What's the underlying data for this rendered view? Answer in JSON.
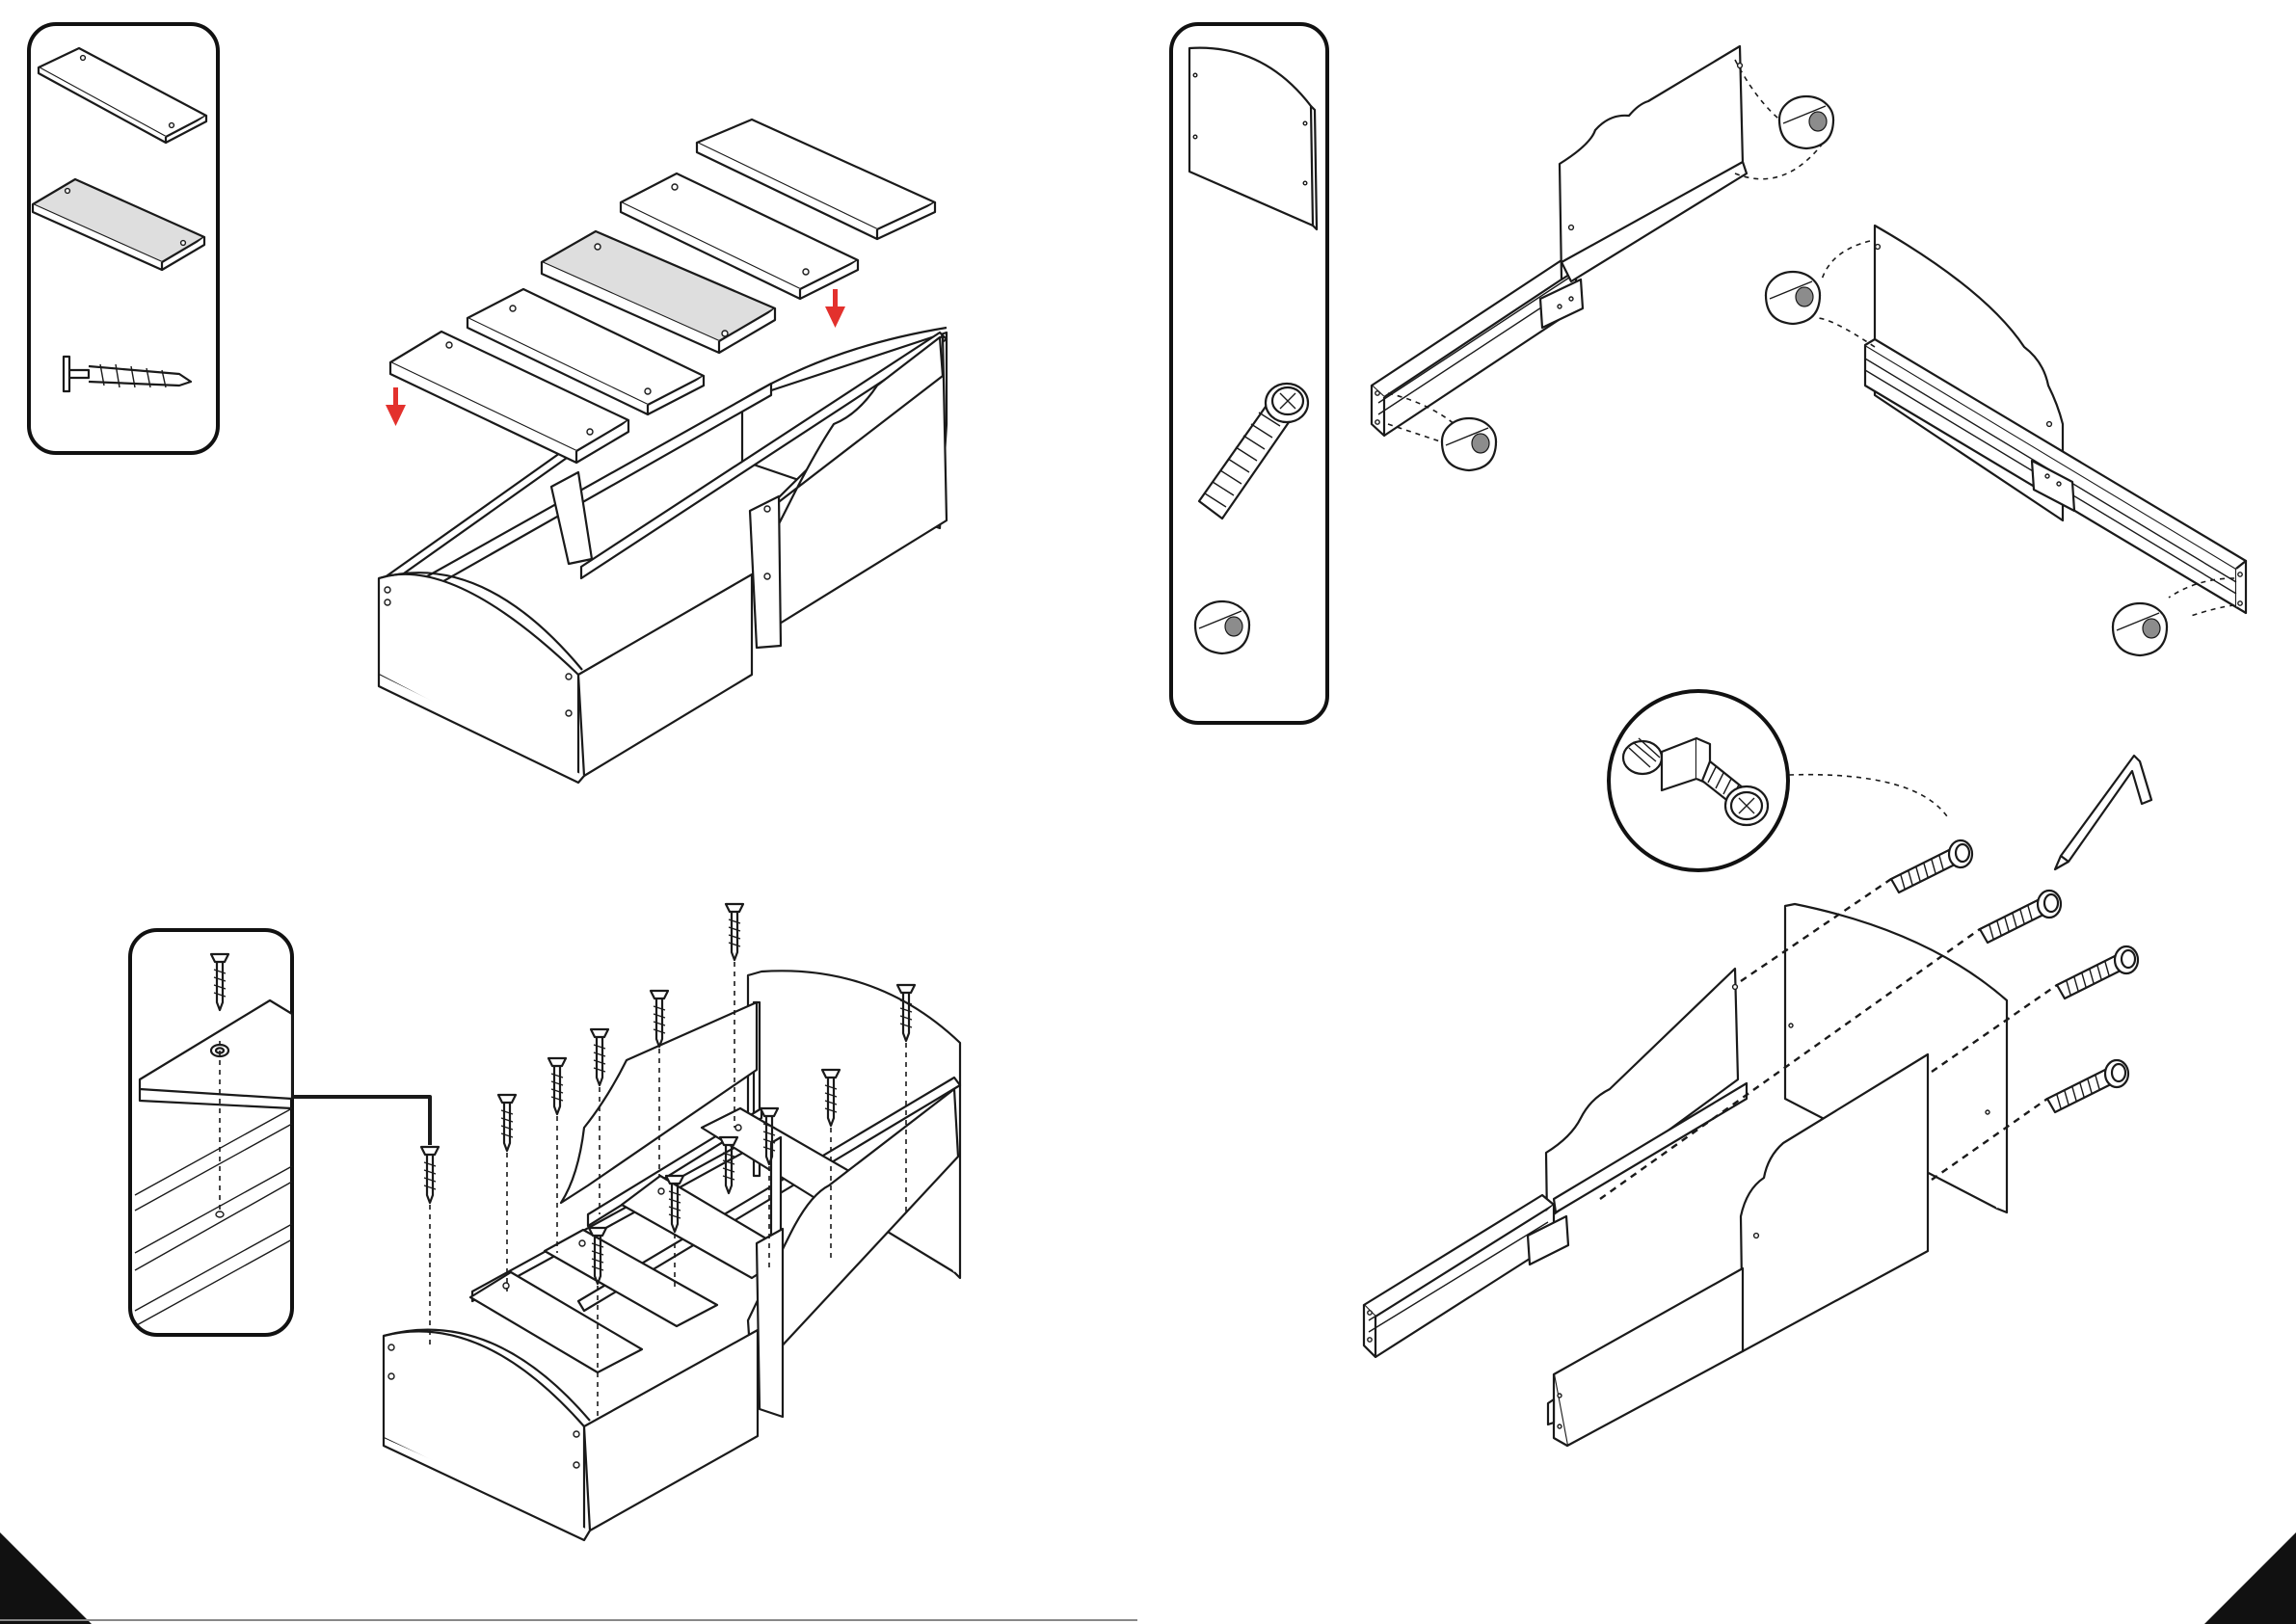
{
  "page": {
    "background": "#ffffff",
    "line_color": "#1a1a1a"
  },
  "colors": {
    "arrow": "#e3312d",
    "panel_shade": "#dedede",
    "corner": "#111111"
  },
  "icons": [
    "plain-slat-icon",
    "shaded-slat-icon",
    "wood-screw-icon",
    "headboard-panel-icon",
    "phillips-bolt-icon",
    "cam-nut-icon",
    "screw-detail-icon",
    "bolt-and-cam-detail-icon",
    "allen-key-icon",
    "down-arrow-icon"
  ],
  "steps": [
    {
      "name": "slat-placement",
      "parts": [
        "plain-slat-icon",
        "shaded-slat-icon",
        "wood-screw-icon"
      ]
    },
    {
      "name": "cam-nut-insertion",
      "parts": [
        "headboard-panel-icon",
        "phillips-bolt-icon",
        "cam-nut-icon"
      ]
    },
    {
      "name": "slat-screwing",
      "parts": [
        "screw-detail-icon"
      ]
    },
    {
      "name": "bolt-assembly",
      "parts": [
        "bolt-and-cam-detail-icon",
        "allen-key-icon"
      ]
    }
  ]
}
